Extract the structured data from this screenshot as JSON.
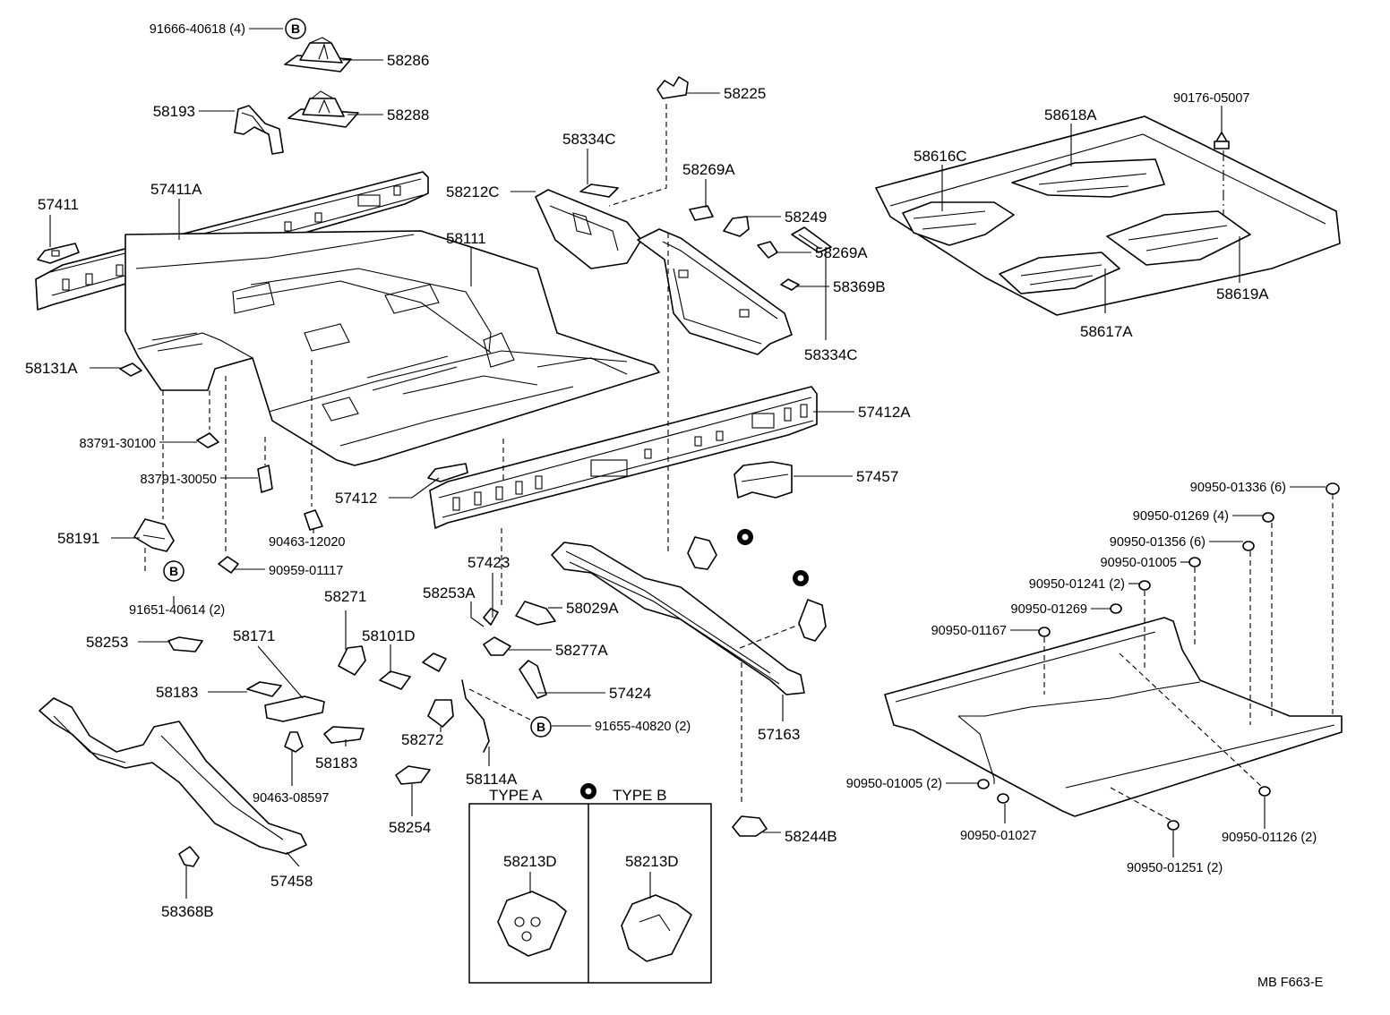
{
  "figure_code": "MB  F663-E",
  "symbol_b": "B",
  "labels": {
    "p91666_40618": "91666-40618 (4)",
    "p58286": "58286",
    "p58193": "58193",
    "p58288": "58288",
    "p58225": "58225",
    "p57411": "57411",
    "p57411a": "57411A",
    "p58334c_top": "58334C",
    "p58269a_top": "58269A",
    "p58212c": "58212C",
    "p58249": "58249",
    "p58111": "58111",
    "p58269a_mid": "58269A",
    "p58369b": "58369B",
    "p58334c_mid": "58334C",
    "p58131a": "58131A",
    "p83791_30100": "83791-30100",
    "p57412a": "57412A",
    "p83791_30050": "83791-30050",
    "p57412": "57412",
    "p57457": "57457",
    "p90463_12020": "90463-12020",
    "p58191": "58191",
    "p90959_01117": "90959-01117",
    "p91651_40614": "91651-40614  (2)",
    "p57423": "57423",
    "p58253a": "58253A",
    "p58271": "58271",
    "p58029a": "58029A",
    "p58171": "58171",
    "p58101d": "58101D",
    "p58253": "58253",
    "p58277a": "58277A",
    "p58183_left": "58183",
    "p57424": "57424",
    "p58272": "58272",
    "p91655_40820": "91655-40820 (2)",
    "p58183_right": "58183",
    "p57163": "57163",
    "p90463_08597": "90463-08597",
    "p58114a": "58114A",
    "p58254": "58254",
    "p58244b": "58244B",
    "p57458": "57458",
    "p58368b": "58368B",
    "p90176_05007": "90176-05007",
    "p58618a": "58618A",
    "p58616c": "58616C",
    "p58619a": "58619A",
    "p58617a": "58617A",
    "p90950_01336": "90950-01336 (6)",
    "p90950_01269_4": "90950-01269 (4)",
    "p90950_01356": "90950-01356 (6)",
    "p90950_01005": "90950-01005",
    "p90950_01241": "90950-01241 (2)",
    "p90950_01269": "90950-01269",
    "p90950_01167": "90950-01167",
    "p90950_01005_2": "90950-01005 (2)",
    "p90950_01027": "90950-01027",
    "p90950_01126": "90950-01126 (2)",
    "p90950_01251": "90950-01251 (2)"
  },
  "type_box": {
    "type_a_label": "TYPE  A",
    "type_b_label": "TYPE  B",
    "type_a_part": "58213D",
    "type_b_part": "58213D"
  }
}
